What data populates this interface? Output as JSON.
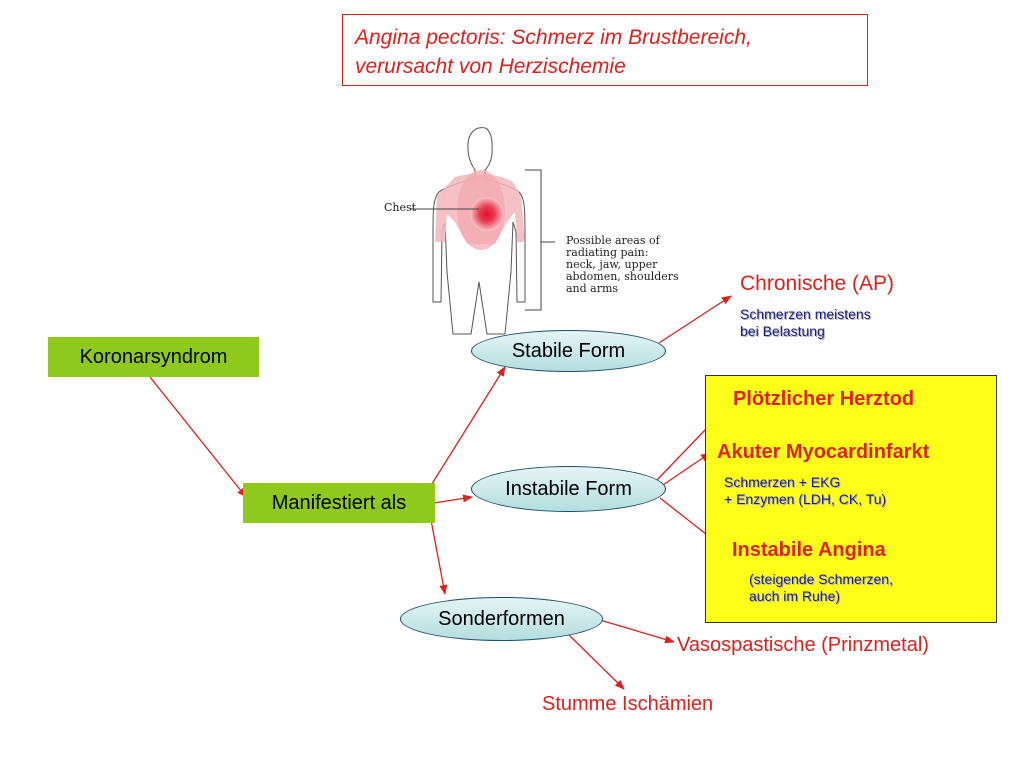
{
  "title": "Angina pectoris: Schmerz im Brustbereich,\nverursacht von Herzischemie",
  "nodes": {
    "koronarsyndrom": "Koronarsyndrom",
    "manifestiert": "Manifestiert als",
    "stabile": "Stabile Form",
    "instabile": "Instabile Form",
    "sonderformen": "Sonderformen"
  },
  "outcomes": {
    "chronische": "Chronische (AP)",
    "chronische_note": "Schmerzen meistens\nbei Belastung",
    "herztod": "Plötzlicher Herztod",
    "myocardinfarkt": "Akuter Myocardinfarkt",
    "myocardinfarkt_note": "Schmerzen + EKG\n+ Enzymen (LDH, CK, Tu)",
    "instabile_angina": "Instabile Angina",
    "instabile_angina_note": "(steigende Schmerzen,\nauch im Ruhe)",
    "vasospastische": "Vasospastische (Prinzmetal)",
    "stumme": "Stumme Ischämien"
  },
  "figure": {
    "chest_label": "Chest",
    "radiating_label": "Possible areas of\nradiating pain:\nneck, jaw, upper\nabdomen, shoulders\nand arms"
  },
  "colors": {
    "accent": "#e0201a",
    "green": "#8fc91c",
    "yellow": "#ffff1a",
    "note": "#1a1a8a"
  }
}
